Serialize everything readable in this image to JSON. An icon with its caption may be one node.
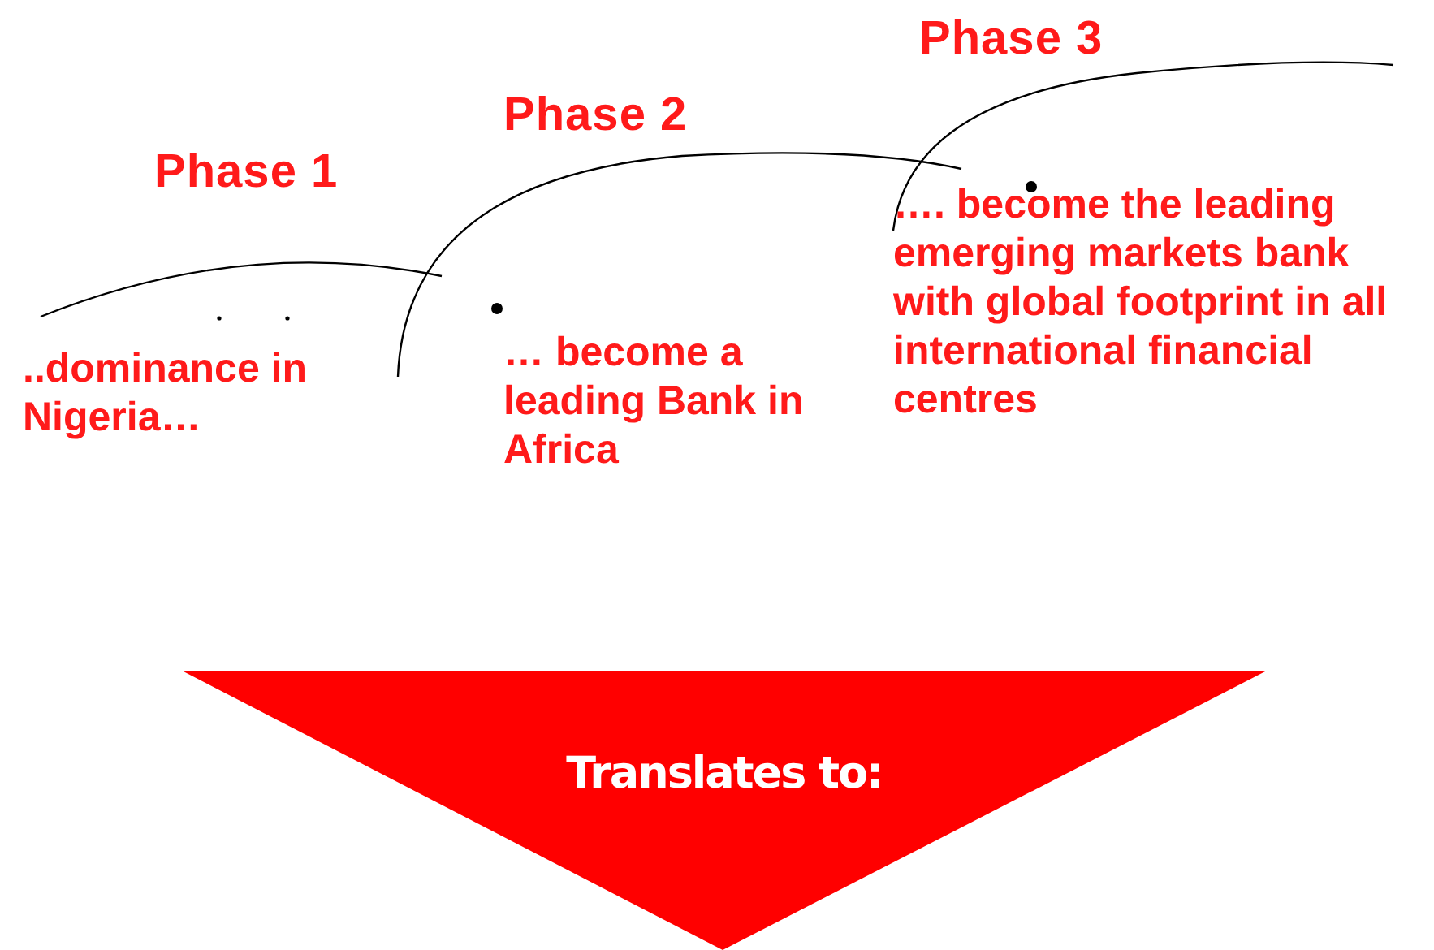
{
  "diagram": {
    "nodes": [
      {
        "text": [
          "Translates to:"
        ]
      }
    ],
    "labels": [
      "Phase 1",
      "Phase 2",
      "Phase 3",
      "..dominance in Nigeria…",
      "… become a leading Bank in Africa",
      "…. become the leading emerging markets bank with global footprint in all international financial centres"
    ]
  }
}
